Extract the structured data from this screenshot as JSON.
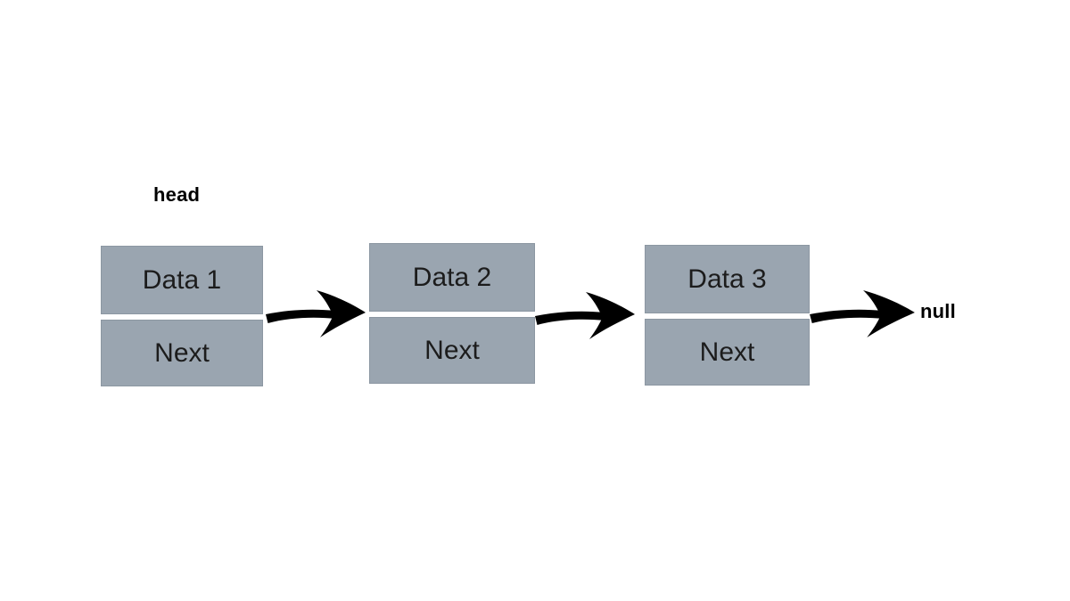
{
  "diagram": {
    "head_label": "head",
    "null_label": "null",
    "nodes": [
      {
        "data_label": "Data 1",
        "next_label": "Next"
      },
      {
        "data_label": "Data 2",
        "next_label": "Next"
      },
      {
        "data_label": "Data 3",
        "next_label": "Next"
      }
    ],
    "colors": {
      "background": "#ffffff",
      "box_fill": "#9aa5b0",
      "box_border": "#8c97a2",
      "box_text": "#1c1c1c",
      "label_text": "#000000",
      "arrow": "#000000"
    }
  }
}
